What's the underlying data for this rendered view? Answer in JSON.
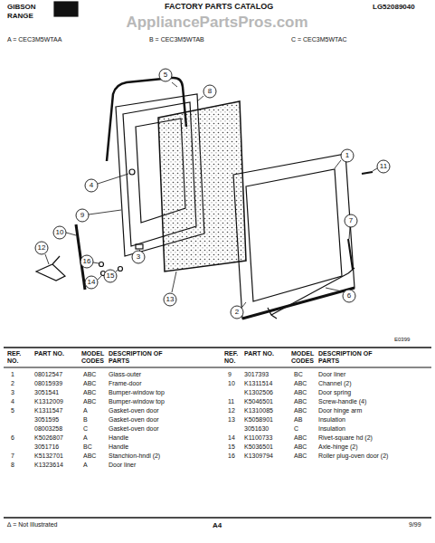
{
  "diagram": {
    "title": "FACTORY PARTS CATALOG",
    "labels": [
      "GIBSON",
      "RANGE",
      "LG52089040",
      "A = CEC3M5WTAA",
      "B = CEC3M5WTAB",
      "C = CEC3M5WTAC",
      "AppliancePartsPros.com",
      "5",
      "8",
      "1",
      "11",
      "4",
      "9",
      "10",
      "16",
      "12",
      "14",
      "15",
      "3",
      "13",
      "2",
      "7",
      "6",
      "E0399",
      "REF. NO.",
      "PART NO.",
      "MODEL CODES",
      "DESCRIPTION OF PARTS",
      "REF. NO.",
      "PART NO.",
      "MODEL CODES",
      "DESCRIPTION OF PARTS",
      "1",
      "08012547",
      "ABC",
      "Glass-outer",
      "2",
      "08015939",
      "ABC",
      "Frame-door",
      "3",
      "3051541",
      "ABC",
      "Bumper-window top",
      "4",
      "K1312009",
      "ABC",
      "Bumper-window top",
      "5",
      "K1311547",
      "A",
      "Gasket-oven door",
      "3051595",
      "B",
      "Gasket-oven door",
      "08003258",
      "C",
      "Gasket-oven door",
      "6",
      "K5026807",
      "A",
      "Handle",
      "3051716",
      "BC",
      "Handle",
      "7",
      "K5132701",
      "ABC",
      "Stanchion-hndl (2)",
      "8",
      "K1323614",
      "A",
      "Door liner",
      "9",
      "3017393",
      "BC",
      "Door liner",
      "10",
      "K1311514",
      "ABC",
      "Channel (2)",
      "K1302506",
      "ABC",
      "Door spring",
      "11",
      "K5046501",
      "ABC",
      "Screw-handle (4)",
      "12",
      "K1310085",
      "ABC",
      "Door hinge arm",
      "13",
      "K5058901",
      "AB",
      "Insulation",
      "3051630",
      "C",
      "Insulation",
      "14",
      "K1100733",
      "ABC",
      "Rivet-square hd (2)",
      "15",
      "K5036501",
      "ABC",
      "Axle-hinge (2)",
      "16",
      "K1309794",
      "ABC",
      "Roller plug-oven door (2)",
      "∆ = Not Illustrated",
      "A4",
      "9/99"
    ]
  }
}
